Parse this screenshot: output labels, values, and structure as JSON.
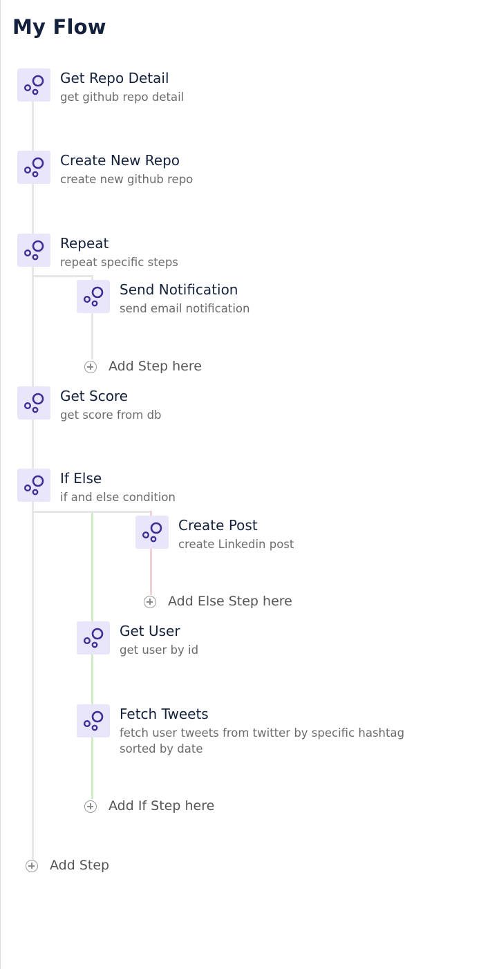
{
  "title": "My Flow",
  "steps": {
    "get_repo_detail": {
      "name": "Get Repo Detail",
      "desc": "get github repo detail"
    },
    "create_new_repo": {
      "name": "Create New Repo",
      "desc": "create new github repo"
    },
    "repeat": {
      "name": "Repeat",
      "desc": "repeat specific steps"
    },
    "send_notification": {
      "name": "Send Notification",
      "desc": "send email notification"
    },
    "get_score": {
      "name": "Get Score",
      "desc": "get score from db"
    },
    "if_else": {
      "name": "If Else",
      "desc": "if and else condition"
    },
    "create_post": {
      "name": "Create Post",
      "desc": "create Linkedin post"
    },
    "get_user": {
      "name": "Get User",
      "desc": "get user by id"
    },
    "fetch_tweets": {
      "name": "Fetch Tweets",
      "desc": "fetch user tweets from twitter by specific hashtag sorted by date"
    }
  },
  "add_buttons": {
    "repeat_branch": "Add Step here",
    "else_branch": "Add Else Step here",
    "if_branch": "Add If Step here",
    "main": "Add Step"
  },
  "colors": {
    "icon_bg": "#e9e6fb",
    "icon_stroke": "#3f2d96",
    "title": "#14213d",
    "connector": "#e6e6e6",
    "if_branch": "#cdeec3",
    "else_branch": "#f2d0d6"
  },
  "icons": {
    "step": "bubbles-icon",
    "add": "plus-circle-icon"
  }
}
